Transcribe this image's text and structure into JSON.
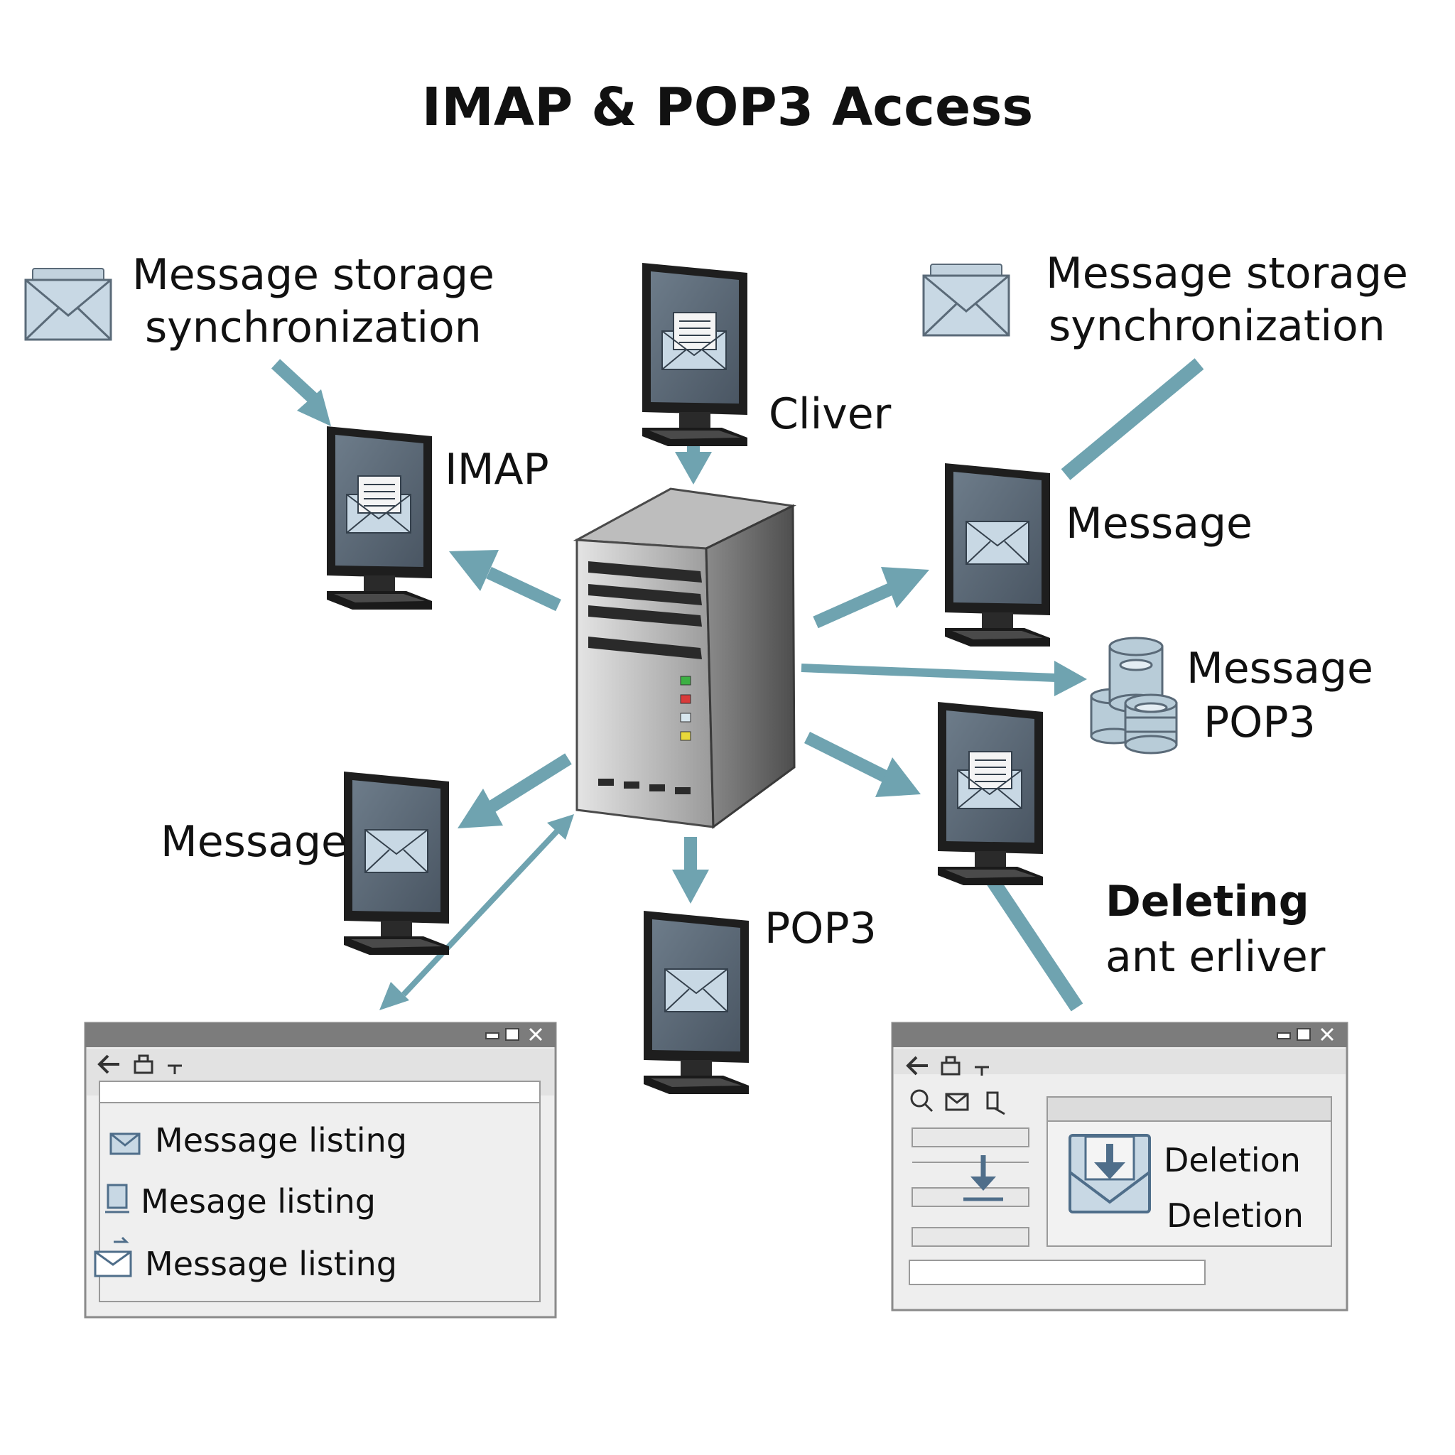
{
  "title": "IMAP & POP3 Access",
  "labels": {
    "sync_left_line1": "Message storage",
    "sync_left_line2": "synchronization",
    "sync_right_line1": "Message storage",
    "sync_right_line2": "synchronization",
    "client_top": "Cliver",
    "imap": "IMAP",
    "message_right": "Message",
    "message_pop3_line1": "Message",
    "message_pop3_line2": "POP3",
    "message_left": "Message",
    "pop3_bottom": "POP3",
    "deleting_line1": "Deleting",
    "deleting_line2": "ant erliver"
  },
  "left_window": {
    "items": [
      "Message listing",
      "Mesage listing",
      "Message listing"
    ]
  },
  "right_window": {
    "deletion_1": "Deletion",
    "deletion_2": "Deletion"
  },
  "colors": {
    "arrow": "#6fa3b0",
    "server_light": "#d6d6d6",
    "server_dark": "#6e6e6e",
    "screen": "#5d6b78",
    "envelope": "#c8d8e4",
    "window_bar": "#7c7c7c",
    "window_bg": "#f0f0f0"
  }
}
